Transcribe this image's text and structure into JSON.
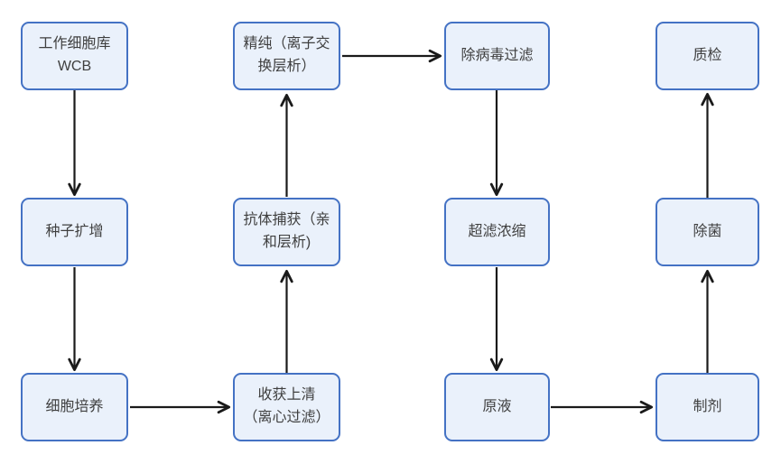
{
  "diagram": {
    "type": "flowchart",
    "description": "Antibody drug manufacturing process flow",
    "colors": {
      "background": "#ffffff",
      "node_fill": "#eaf1fb",
      "node_border": "#4472c4",
      "arrow": "#1a1a1a",
      "text": "#3f3f3f"
    },
    "nodes": {
      "wcb": {
        "label": "工作细胞库\nWCB"
      },
      "seed": {
        "label": "种子扩增"
      },
      "culture": {
        "label": "细胞培养"
      },
      "harvest": {
        "label": "收获上清\n（离心过滤）"
      },
      "capture": {
        "label": "抗体捕获（亲\n和层析)"
      },
      "polish": {
        "label": "精纯（离子交\n换层析）"
      },
      "virus_filter": {
        "label": "除病毒过滤"
      },
      "uf_concentrate": {
        "label": "超滤浓缩"
      },
      "bulk": {
        "label": "原液"
      },
      "formulation": {
        "label": "制剂"
      },
      "sterile_filter": {
        "label": "除菌"
      },
      "qc": {
        "label": "质检"
      }
    },
    "edges": [
      {
        "from": "wcb",
        "to": "seed"
      },
      {
        "from": "seed",
        "to": "culture"
      },
      {
        "from": "culture",
        "to": "harvest"
      },
      {
        "from": "harvest",
        "to": "capture"
      },
      {
        "from": "capture",
        "to": "polish"
      },
      {
        "from": "polish",
        "to": "virus_filter"
      },
      {
        "from": "virus_filter",
        "to": "uf_concentrate"
      },
      {
        "from": "uf_concentrate",
        "to": "bulk"
      },
      {
        "from": "bulk",
        "to": "formulation"
      },
      {
        "from": "formulation",
        "to": "sterile_filter"
      },
      {
        "from": "sterile_filter",
        "to": "qc"
      }
    ]
  }
}
